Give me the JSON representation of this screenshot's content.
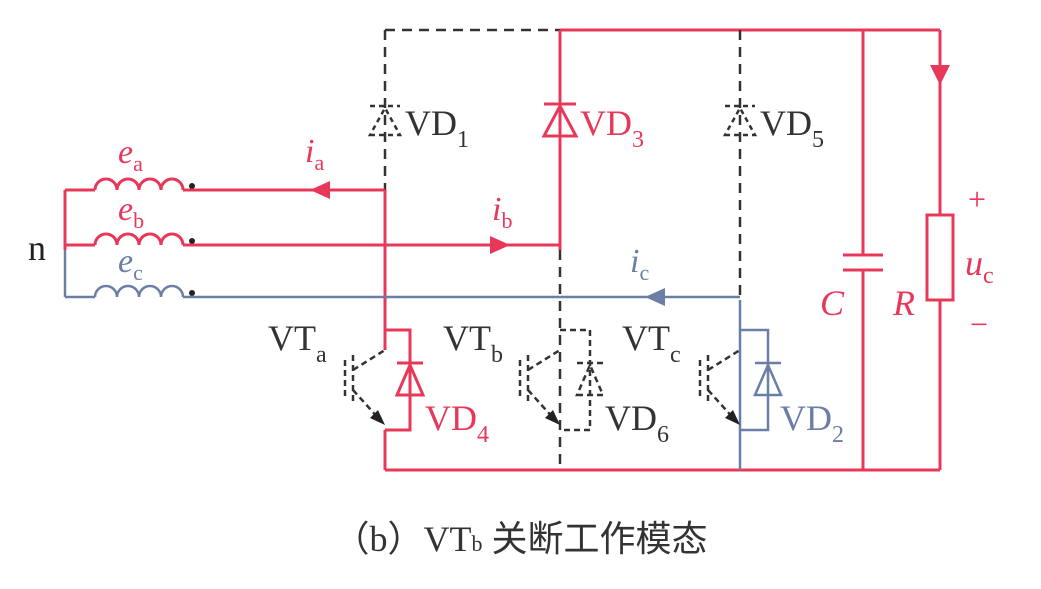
{
  "colors": {
    "phase_a": "#e8385a",
    "phase_b": "#e8385a",
    "phase_c": "#6b7ea6",
    "dc_bus": "#e8385a",
    "off_path": "#333333"
  },
  "labels": {
    "neutral": "n",
    "ea": "e",
    "ea_sub": "a",
    "eb": "e",
    "eb_sub": "b",
    "ec": "e",
    "ec_sub": "c",
    "ia": "i",
    "ia_sub": "a",
    "ib": "i",
    "ib_sub": "b",
    "ic": "i",
    "ic_sub": "c",
    "vd1": "VD",
    "vd1_sub": "1",
    "vd3": "VD",
    "vd3_sub": "3",
    "vd5": "VD",
    "vd5_sub": "5",
    "vd4": "VD",
    "vd4_sub": "4",
    "vd6": "VD",
    "vd6_sub": "6",
    "vd2": "VD",
    "vd2_sub": "2",
    "vta": "VT",
    "vta_sub": "a",
    "vtb": "VT",
    "vtb_sub": "b",
    "vtc": "VT",
    "vtc_sub": "c",
    "cap": "C",
    "res": "R",
    "uc": "u",
    "uc_sub": "c",
    "plus": "+",
    "minus": "−"
  },
  "caption": {
    "open": "（b）VT",
    "sub": "b",
    "rest": " 关断工作模态"
  }
}
